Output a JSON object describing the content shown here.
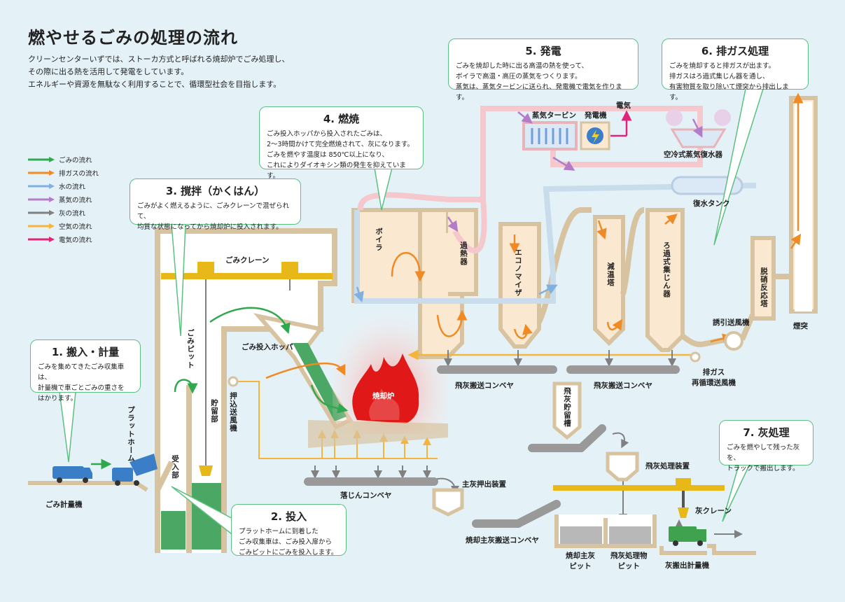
{
  "title": "燃やせるごみの処理の流れ",
  "intro": [
    "クリーンセンターいずでは、ストーカ方式と呼ばれる焼却炉でごみ処理し、",
    "その際に出る熱を活用して発電をしています。",
    "エネルギーや資源を無駄なく利用することで、循環型社会を目指します。"
  ],
  "legend": [
    {
      "label": "ごみの流れ",
      "color": "#2fa84f"
    },
    {
      "label": "排ガスの流れ",
      "color": "#f08a24"
    },
    {
      "label": "水の流れ",
      "color": "#7fb0e0"
    },
    {
      "label": "蒸気の流れ",
      "color": "#b27cc8"
    },
    {
      "label": "灰の流れ",
      "color": "#808080"
    },
    {
      "label": "空気の流れ",
      "color": "#f5b43c"
    },
    {
      "label": "電気の流れ",
      "color": "#e0247a"
    }
  ],
  "steps": {
    "s1": {
      "title": "1. 搬入・計量",
      "body": [
        "ごみを集めてきたごみ収集車は、",
        "計量機で車ごとごみの重さを",
        "はかります。"
      ]
    },
    "s2": {
      "title": "2. 投入",
      "body": [
        "プラットホームに到着した",
        "ごみ収集車は、ごみ投入扉から",
        "ごみピットにごみを投入します。"
      ]
    },
    "s3": {
      "title": "3. 撹拌（かくはん）",
      "body": [
        "ごみがよく燃えるように、ごみクレーンで混ぜられて、",
        "均質な状態になってから焼却炉に投入されます。"
      ]
    },
    "s4": {
      "title": "4. 燃焼",
      "body": [
        "ごみ投入ホッパから投入されたごみは、",
        "2〜3時間かけて完全燃焼されて、灰になります。",
        "ごみを燃やす温度は 850℃以上になり、",
        "これによりダイオキシン類の発生を抑えています。"
      ]
    },
    "s5": {
      "title": "5. 発電",
      "body": [
        "ごみを焼却した時に出る高温の熱を使って、",
        "ボイラで高温・高圧の蒸気をつくります。",
        "蒸気は、蒸気タービンに送られ、発電機で電気を作ります。"
      ]
    },
    "s6": {
      "title": "6. 排ガス処理",
      "body": [
        "ごみを焼却すると排ガスが出ます。",
        "排ガスはろ過式集じん器を通し、",
        "有害物質を取り除いて煙突から排出します。"
      ]
    },
    "s7": {
      "title": "7. 灰処理",
      "body": [
        "ごみを燃やして残った灰を、",
        "トラックで搬出します。"
      ]
    }
  },
  "labels": {
    "weigh": "ごみ計量機",
    "platform": "プラットホーム",
    "receive": "受入部",
    "pit": "ごみピット",
    "storage": "貯留部",
    "crane": "ごみクレーン",
    "hopper": "ごみ投入ホッパ",
    "push_fan": "押込送風機",
    "furnace": "焼却炉",
    "boiler": "ボイラ",
    "superheater": "過熱器",
    "economizer": "エコノマイザ",
    "cooling": "減温塔",
    "filter": "ろ過式集じん器",
    "reaction": "脱硝反応塔",
    "stack": "煙突",
    "idf": "誘引送風機",
    "recirc": "排ガス\n再循環送風機",
    "turbine": "蒸気タービン",
    "generator": "発電機",
    "electricity": "電気",
    "condenser": "空冷式蒸気復水器",
    "tank": "復水タンク",
    "fly_conv1": "飛灰搬送コンベヤ",
    "fly_conv2": "飛灰搬送コンベヤ",
    "fly_store": "飛灰貯留槽",
    "fly_proc": "飛灰処理装置",
    "drop_conv": "落じんコンベヤ",
    "main_push": "主灰押出装置",
    "main_conv": "焼却主灰搬送コンベヤ",
    "main_pit": "焼却主灰\nピット",
    "fly_pit": "飛灰処理物\nピット",
    "ash_crane": "灰クレーン",
    "ash_weigh": "灰搬出計量機"
  }
}
